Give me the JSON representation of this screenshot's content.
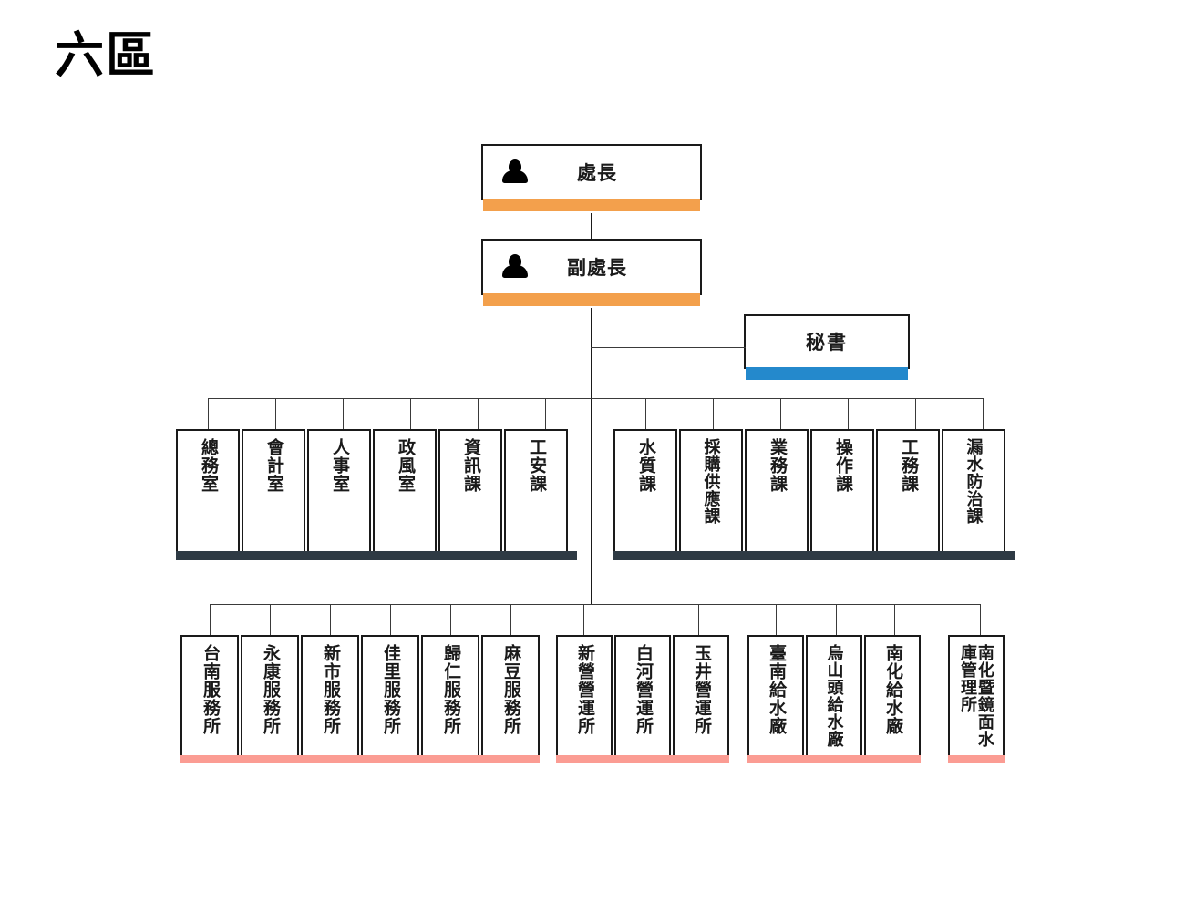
{
  "page": {
    "title": "六區"
  },
  "colors": {
    "orange": "#F3A04C",
    "blue": "#2489CC",
    "dark": "#2E3A44",
    "pink": "#FB9C93",
    "border": "#1a1a1a",
    "text": "#1a1a1a",
    "background": "#ffffff"
  },
  "executives": [
    {
      "label": "處長",
      "icon": "person-icon",
      "accent": "#F3A04C"
    },
    {
      "label": "副處長",
      "icon": "person-icon",
      "accent": "#F3A04C"
    }
  ],
  "secretary": {
    "label": "秘書",
    "accent": "#2489CC"
  },
  "staff_groups": [
    {
      "name": "administrative-divisions",
      "accent": "#2E3A44",
      "items": [
        {
          "label": "總務室"
        },
        {
          "label": "會計室"
        },
        {
          "label": "人事室"
        },
        {
          "label": "政風室"
        },
        {
          "label": "資訊課"
        },
        {
          "label": "工安課"
        }
      ]
    },
    {
      "name": "operational-divisions",
      "accent": "#2E3A44",
      "items": [
        {
          "label": "水質課"
        },
        {
          "label": "採購供應課"
        },
        {
          "label": "業務課"
        },
        {
          "label": "操作課"
        },
        {
          "label": "工務課"
        },
        {
          "label": "漏水防治課"
        }
      ]
    }
  ],
  "field_groups": [
    {
      "name": "service-offices",
      "accent": "#FB9C93",
      "items": [
        {
          "label": "台南服務所"
        },
        {
          "label": "永康服務所"
        },
        {
          "label": "新市服務所"
        },
        {
          "label": "佳里服務所"
        },
        {
          "label": "歸仁服務所"
        },
        {
          "label": "麻豆服務所"
        }
      ]
    },
    {
      "name": "operation-offices",
      "accent": "#FB9C93",
      "items": [
        {
          "label": "新營營運所"
        },
        {
          "label": "白河營運所"
        },
        {
          "label": "玉井營運所"
        }
      ]
    },
    {
      "name": "water-plants",
      "accent": "#FB9C93",
      "items": [
        {
          "label": "臺南給水廠"
        },
        {
          "label": "烏山頭給水廠"
        },
        {
          "label": "南化給水廠"
        }
      ]
    },
    {
      "name": "reservoir-management",
      "accent": "#FB9C93",
      "items": [
        {
          "label": "南化暨鏡面水庫管理所"
        }
      ]
    }
  ]
}
